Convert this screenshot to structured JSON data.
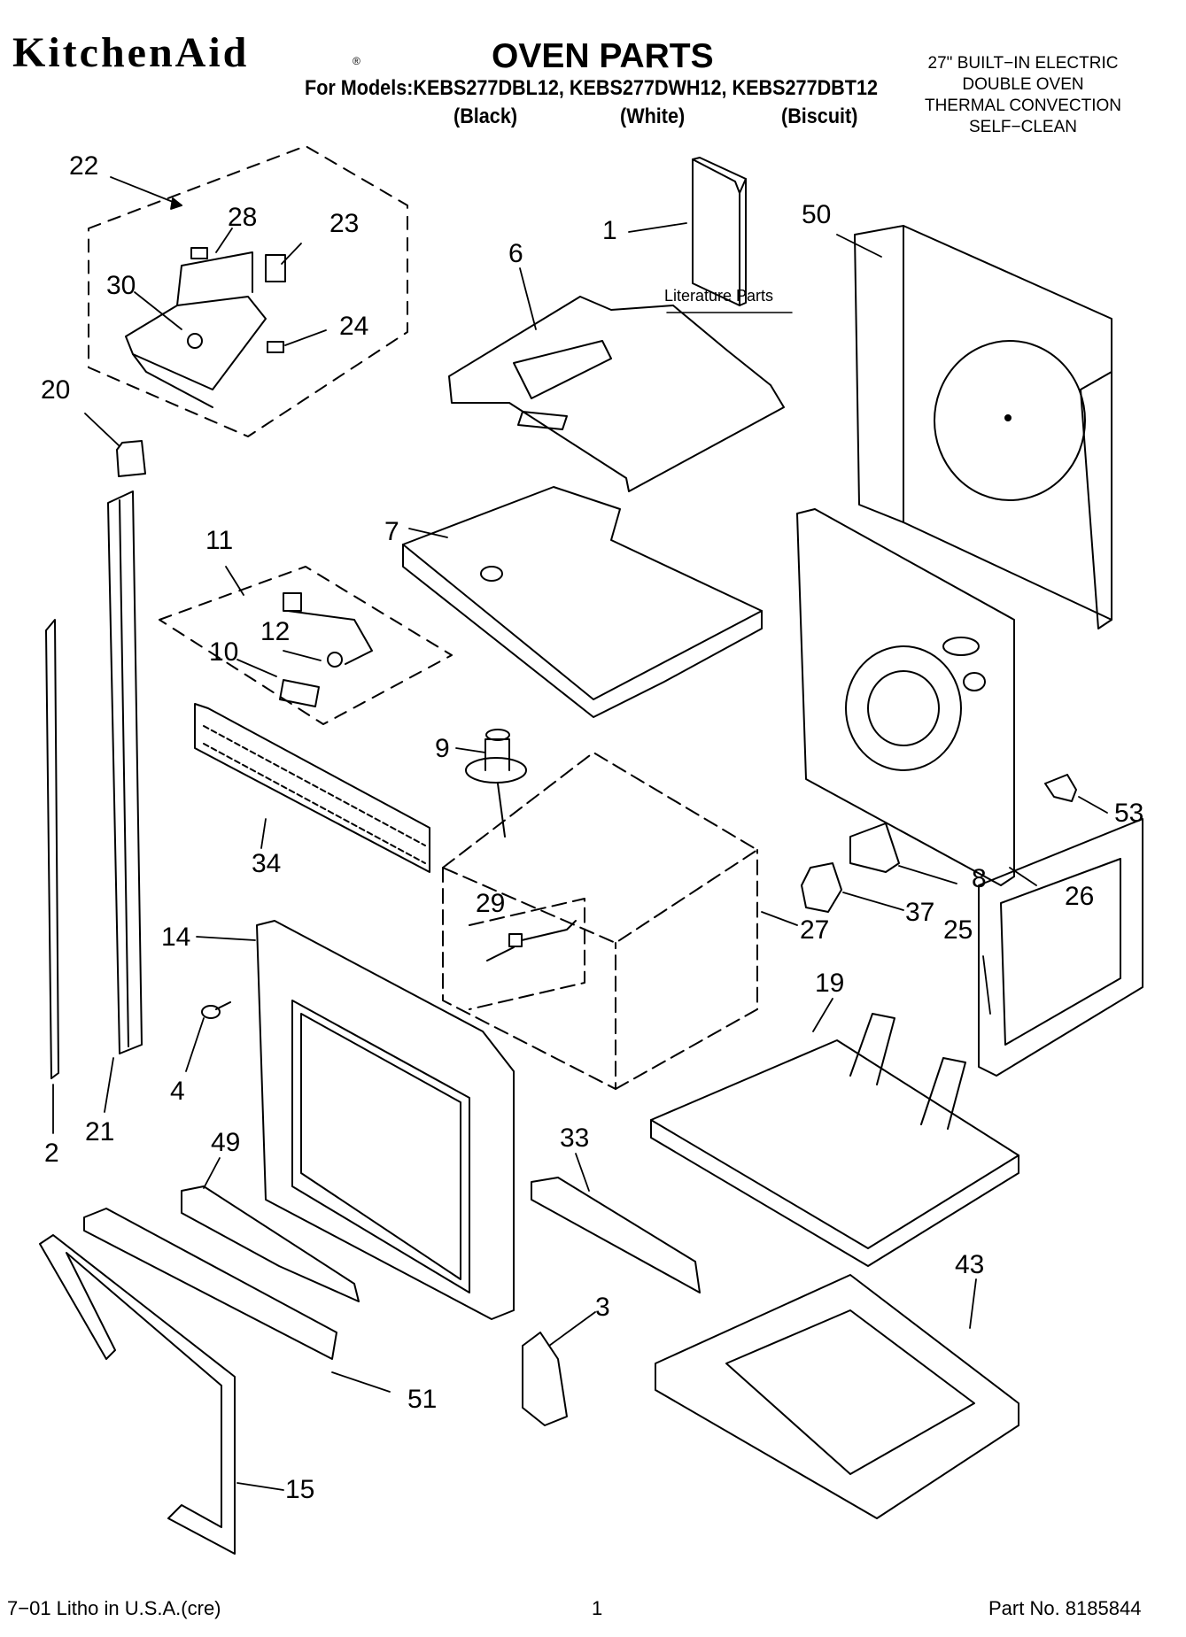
{
  "header": {
    "brand": "KitchenAid",
    "registered_mark": "®",
    "title": "OVEN PARTS",
    "models_line": "For Models:KEBS277DBL12, KEBS277DWH12, KEBS277DBT12",
    "colors": [
      "(Black)",
      "(White)",
      "(Biscuit)"
    ],
    "description": [
      "27\" BUILT−IN ELECTRIC",
      "DOUBLE OVEN",
      "THERMAL CONVECTION",
      "SELF−CLEAN"
    ]
  },
  "diagram": {
    "literature_label": "Literature Parts",
    "callouts": [
      "22",
      "28",
      "23",
      "30",
      "24",
      "20",
      "1",
      "6",
      "50",
      "7",
      "11",
      "12",
      "10",
      "34",
      "9",
      "26",
      "53",
      "8",
      "37",
      "25",
      "29",
      "27",
      "14",
      "4",
      "19",
      "21",
      "2",
      "49",
      "33",
      "3",
      "43",
      "51",
      "15"
    ]
  },
  "footer": {
    "litho": "7−01 Litho in U.S.A.(cre)",
    "page": "1",
    "part_no": "Part No. 8185844"
  },
  "colors": {
    "ink": "#000000",
    "paper": "#ffffff"
  }
}
